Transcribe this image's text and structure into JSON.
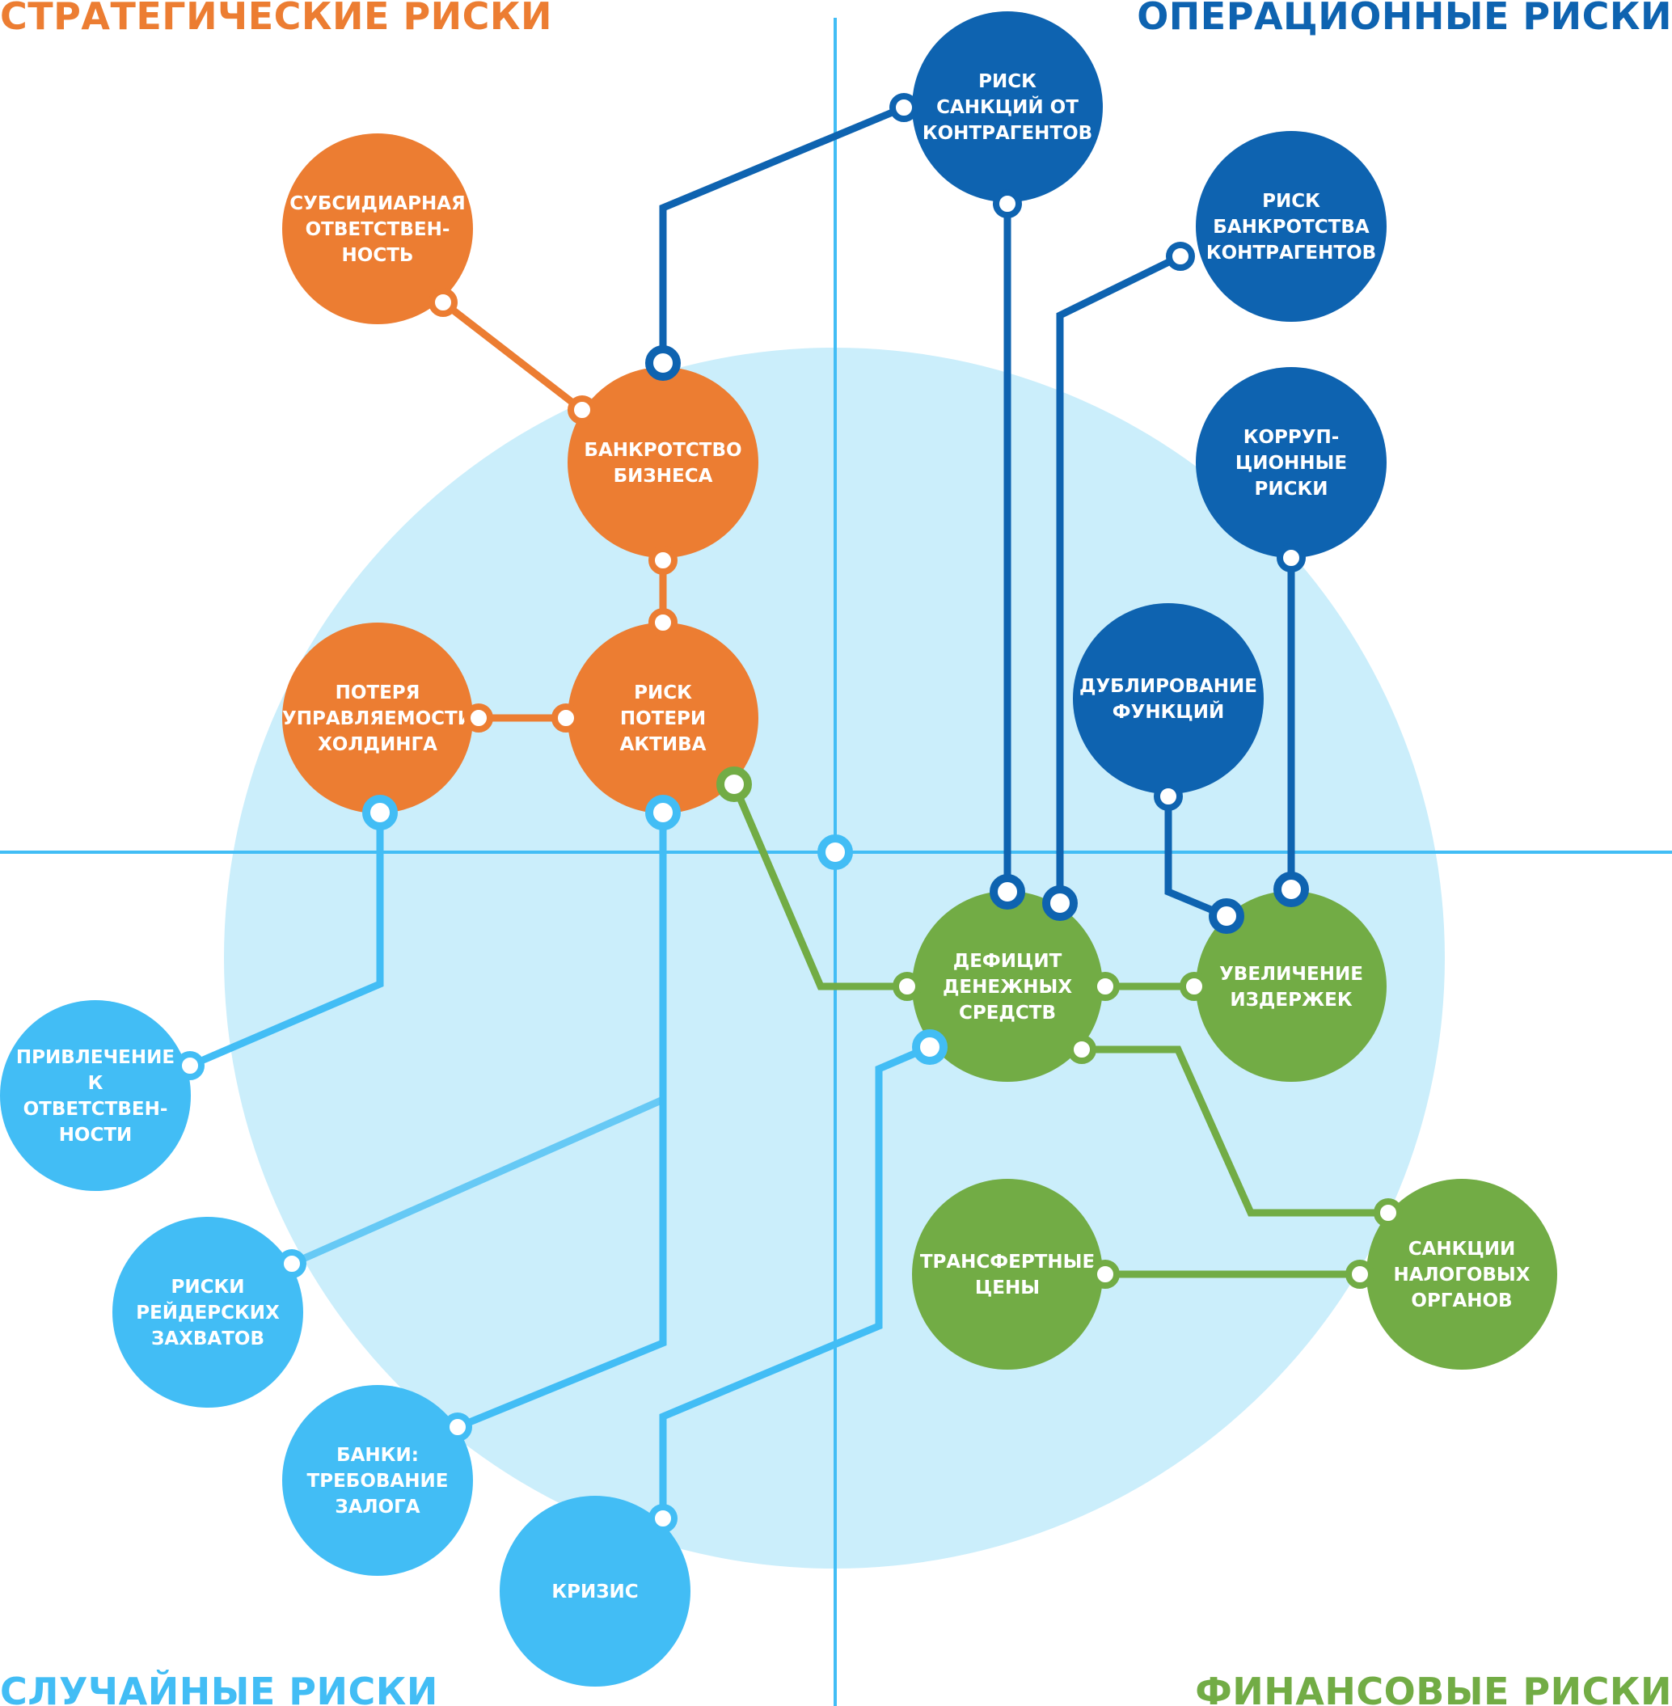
{
  "quadrants": {
    "strategic": "СТРАТЕГИЧЕСКИЕ РИСКИ",
    "operational": "ОПЕРАЦИОННЫЕ РИСКИ",
    "random": "СЛУЧАЙНЫЕ РИСКИ",
    "financial": "ФИНАНСОВЫЕ РИСКИ"
  },
  "colors": {
    "strategic": "#ec7d32",
    "operational": "#0e63b0",
    "random": "#42bdf5",
    "financial": "#72ac45",
    "axis": "#42bdf5",
    "background_circle": "#cbeefb"
  },
  "nodes": [
    {
      "id": "subsidiary",
      "group": "strategic",
      "lines": [
        "СУБСИДИАРНАЯ",
        "ОТВЕТСТВЕН-",
        "НОСТЬ"
      ]
    },
    {
      "id": "bankruptcy",
      "group": "strategic",
      "lines": [
        "БАНКРОТСТВО",
        "БИЗНЕСА"
      ]
    },
    {
      "id": "asset",
      "group": "strategic",
      "lines": [
        "РИСК",
        "ПОТЕРИ",
        "АКТИВА"
      ]
    },
    {
      "id": "control",
      "group": "strategic",
      "lines": [
        "ПОТЕРЯ",
        "УПРАВЛЯЕМОСТИ",
        "ХОЛДИНГА"
      ]
    },
    {
      "id": "sanctions-contr",
      "group": "operational",
      "lines": [
        "РИСК",
        "САНКЦИЙ ОТ",
        "КОНТРАГЕНТОВ"
      ]
    },
    {
      "id": "bankr-contr",
      "group": "operational",
      "lines": [
        "РИСК",
        "БАНКРОТСТВА",
        "КОНТРАГЕНТОВ"
      ]
    },
    {
      "id": "corruption",
      "group": "operational",
      "lines": [
        "КОРРУП-",
        "ЦИОННЫЕ",
        "РИСКИ"
      ]
    },
    {
      "id": "duplication",
      "group": "operational",
      "lines": [
        "ДУБЛИРОВАНИЕ",
        "ФУНКЦИЙ"
      ]
    },
    {
      "id": "deficit",
      "group": "financial",
      "lines": [
        "ДЕФИЦИТ",
        "ДЕНЕЖНЫХ",
        "СРЕДСТВ"
      ]
    },
    {
      "id": "costs",
      "group": "financial",
      "lines": [
        "УВЕЛИЧЕНИЕ",
        "ИЗДЕРЖЕК"
      ]
    },
    {
      "id": "transfer",
      "group": "financial",
      "lines": [
        "ТРАНСФЕРТНЫЕ",
        "ЦЕНЫ"
      ]
    },
    {
      "id": "tax",
      "group": "financial",
      "lines": [
        "САНКЦИИ",
        "НАЛОГОВЫХ",
        "ОРГАНОВ"
      ]
    },
    {
      "id": "liability",
      "group": "random",
      "lines": [
        "ПРИВЛЕЧЕНИЕ",
        "К",
        "ОТВЕТСТВЕН-",
        "НОСТИ"
      ]
    },
    {
      "id": "raiders",
      "group": "random",
      "lines": [
        "РИСКИ",
        "РЕЙДЕРСКИХ",
        "ЗАХВАТОВ"
      ]
    },
    {
      "id": "banks",
      "group": "random",
      "lines": [
        "БАНКИ:",
        "ТРЕБОВАНИЕ",
        "ЗАЛОГА"
      ]
    },
    {
      "id": "crisis",
      "group": "random",
      "lines": [
        "КРИЗИС"
      ]
    }
  ]
}
